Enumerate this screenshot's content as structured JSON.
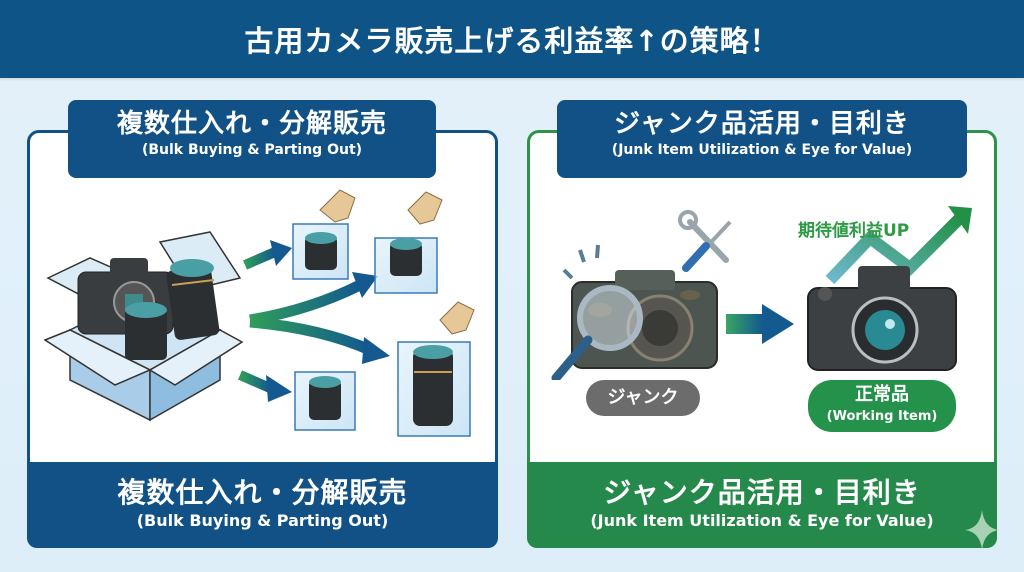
{
  "header": {
    "title": "古用カメラ販売上げる利益率↑の策略！"
  },
  "left_panel": {
    "tab": {
      "title_jp": "複数仕入れ・分解販売",
      "title_en": "(Bulk Buying & Parting Out)"
    },
    "footer": {
      "title_jp": "複数仕入れ・分解販売",
      "title_en": "(Bulk Buying & Parting Out)"
    },
    "illustration": {
      "source": "box-of-cameras-and-lenses",
      "outputs": [
        "lens-in-box-tagged",
        "lens-in-box-tagged",
        "lens-in-box",
        "zoom-lens-in-box-tagged"
      ]
    }
  },
  "right_panel": {
    "tab": {
      "title_jp": "ジャンク品活用・目利き",
      "title_en": "(Junk Item Utilization & Eye for Value)"
    },
    "footer": {
      "title_jp": "ジャンク品活用・目利き",
      "title_en": "(Junk Item Utilization & Eye for Value)"
    },
    "junk_label": "ジャンク",
    "working_label_jp": "正常品",
    "working_label_en": "(Working Item)",
    "profit_label": "期待値利益UP"
  },
  "colors": {
    "navy": "#125186",
    "green": "#24894a",
    "header": "#0f5486",
    "gray": "#6c6c6c"
  }
}
